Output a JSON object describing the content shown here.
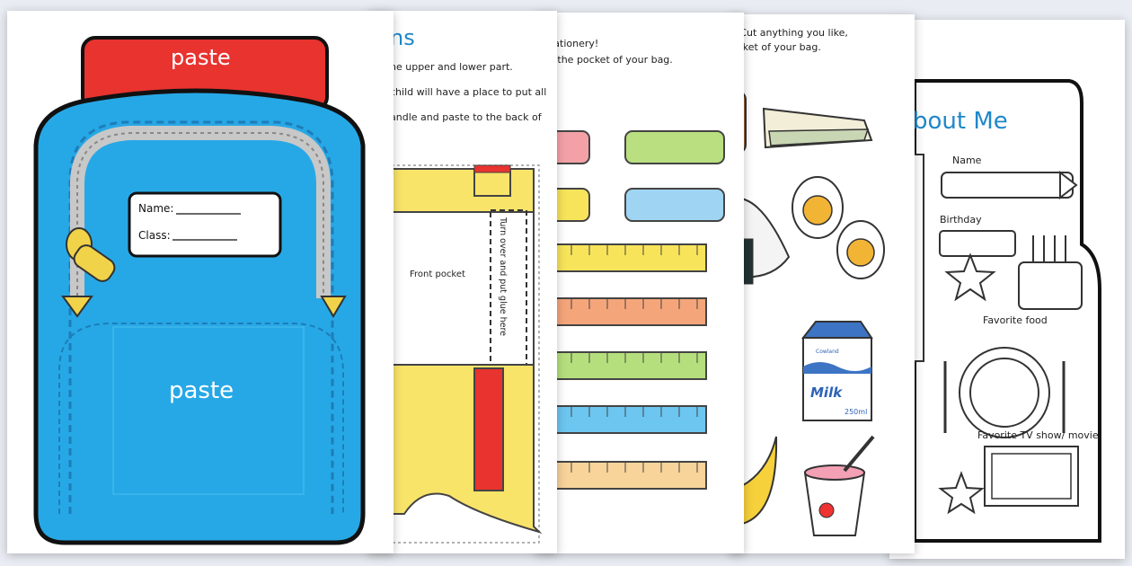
{
  "backpack": {
    "flap_label": "paste",
    "name_label": "Name:",
    "class_label": "Class:",
    "pocket_label": "paste"
  },
  "instructions": {
    "title_fragment": "ns",
    "line1": "he upper and lower part.",
    "line2": "child will have a place to put all",
    "line3": "andle and paste to the back of",
    "front_pocket": "Front pocket",
    "glue_note": "Turn over and put glue here"
  },
  "stationery": {
    "line1": "e stationery!",
    "line2": "it in the pocket of your bag."
  },
  "food": {
    "line1": "? Cut anything you like,",
    "line2": "ocket of your bag.",
    "milk_label": "Milk",
    "milk_volume": "250ml",
    "carton_brand": "Cowland"
  },
  "about": {
    "title": "bout Me",
    "name_label": "Name",
    "birthday_label": "Birthday",
    "food_label": "Favorite food",
    "tv_label": "Favorite TV show/ movie"
  },
  "colors": {
    "bag_blue": "#27a8e6",
    "flap_red": "#e8332f",
    "ruler_yellow": "#f7e45a",
    "ruler_orange": "#f4a57a",
    "ruler_green": "#b5df7d",
    "ruler_blue": "#6cc6ef",
    "ruler_peach": "#f8d39a",
    "heading_blue": "#1f87c9"
  }
}
